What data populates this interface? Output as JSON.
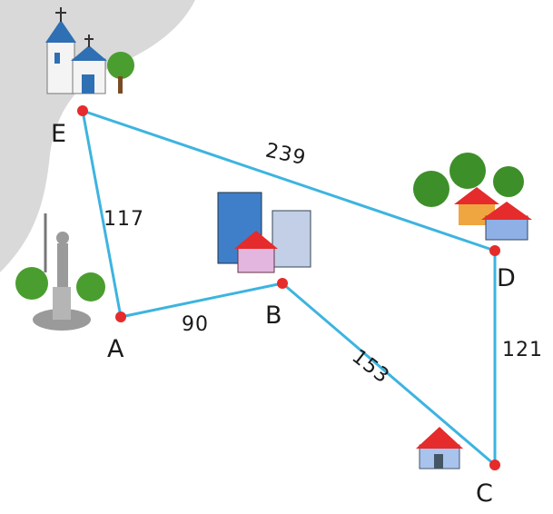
{
  "nodes": [
    {
      "id": "E",
      "label": "E"
    },
    {
      "id": "A",
      "label": "A"
    },
    {
      "id": "B",
      "label": "B"
    },
    {
      "id": "D",
      "label": "D"
    },
    {
      "id": "C",
      "label": "C"
    }
  ],
  "edges": [
    {
      "from": "E",
      "to": "A",
      "label": "117"
    },
    {
      "from": "A",
      "to": "B",
      "label": "90"
    },
    {
      "from": "E",
      "to": "D",
      "label": "239"
    },
    {
      "from": "B",
      "to": "C",
      "label": "153"
    },
    {
      "from": "D",
      "to": "C",
      "label": "121"
    }
  ],
  "colors": {
    "edge": "#3db4e0",
    "node": "#e52b2b",
    "background_shape": "#d9d9d9"
  },
  "icons": {
    "E": "church-icon",
    "A": "statue-icon",
    "B": "city-buildings-icon",
    "D": "village-houses-icon",
    "C": "house-icon"
  }
}
